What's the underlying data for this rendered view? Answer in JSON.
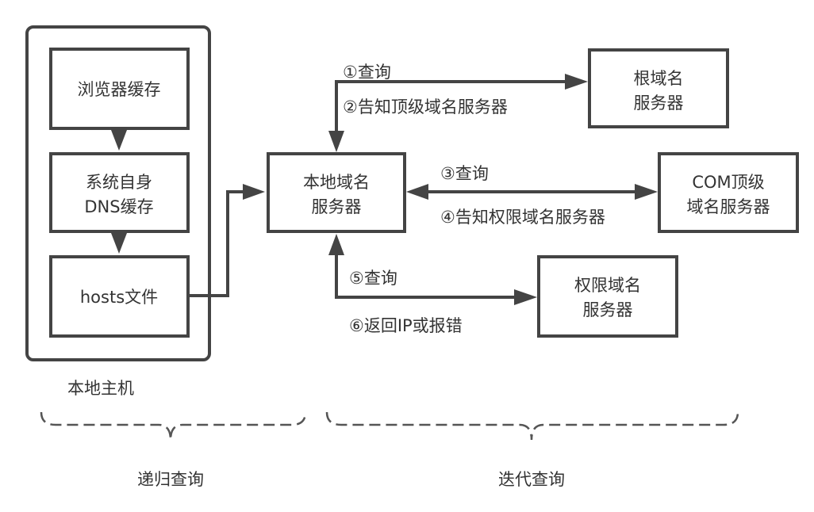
{
  "local_host": {
    "label": "本地主机",
    "boxes": [
      {
        "lines": [
          "浏览器缓存"
        ]
      },
      {
        "lines": [
          "系统自身",
          "DNS缓存"
        ]
      },
      {
        "lines": [
          "hosts文件"
        ]
      }
    ]
  },
  "servers": {
    "local": [
      "本地域名",
      "服务器"
    ],
    "root": [
      "根域名",
      "服务器"
    ],
    "com": [
      "COM顶级",
      "域名服务器"
    ],
    "authority": [
      "权限域名",
      "服务器"
    ]
  },
  "steps": {
    "s1": "①查询",
    "s2": "②告知顶级域名服务器",
    "s3": "③查询",
    "s4": "④告知权限域名服务器",
    "s5": "⑤查询",
    "s6": "⑥返回IP或报错"
  },
  "groups": {
    "recursive": "递归查询",
    "iterative": "迭代查询"
  }
}
